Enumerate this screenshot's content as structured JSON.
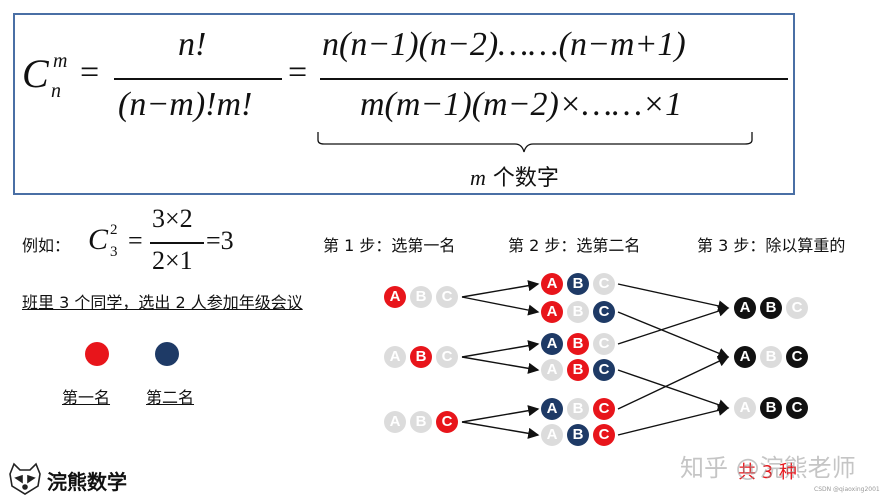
{
  "formula": {
    "lhs_C": "C",
    "lhs_sup": "m",
    "lhs_sub": "n",
    "eq1": "=",
    "f1_num": "n!",
    "f1_den": "(n−m)!m!",
    "eq2": "=",
    "f2_num": "n(n−1)(n−2)……(n−m+1)",
    "f2_den": "m(m−1)(m−2)×……×1",
    "brace_note_var": "m",
    "brace_note_text": "个数字"
  },
  "example": {
    "prefix": "例如：",
    "C": "C",
    "sup": "2",
    "sub": "3",
    "eq1": "=",
    "num": "3×2",
    "den": "2×1",
    "eq2": "=3"
  },
  "problem": "班里 3 个同学，选出 2 人参加年级会议",
  "legend": {
    "first": "第一名",
    "second": "第二名",
    "colors": {
      "first": "#e8151b",
      "second": "#1e3a66"
    }
  },
  "steps": {
    "step1": "第 1 步：选第一名",
    "step2": "第 2 步：选第二名",
    "step3": "第 3 步：除以算重的"
  },
  "letters": [
    "A",
    "B",
    "C"
  ],
  "diagram": {
    "col1": [
      [
        "r",
        "g",
        "g"
      ],
      [
        "g",
        "r",
        "g"
      ],
      [
        "g",
        "g",
        "r"
      ]
    ],
    "col2": [
      [
        "r",
        "n",
        "g"
      ],
      [
        "r",
        "g",
        "n"
      ],
      [
        "n",
        "r",
        "g"
      ],
      [
        "g",
        "r",
        "n"
      ],
      [
        "n",
        "g",
        "r"
      ],
      [
        "g",
        "n",
        "r"
      ]
    ],
    "col3": [
      [
        "k",
        "k",
        "g"
      ],
      [
        "k",
        "g",
        "k"
      ],
      [
        "g",
        "k",
        "k"
      ]
    ]
  },
  "answer": "共 3 种",
  "brand": "浣熊数学",
  "watermark": "知乎 @浣熊老师",
  "small_credit": "CSDN @qiaoxing2001"
}
